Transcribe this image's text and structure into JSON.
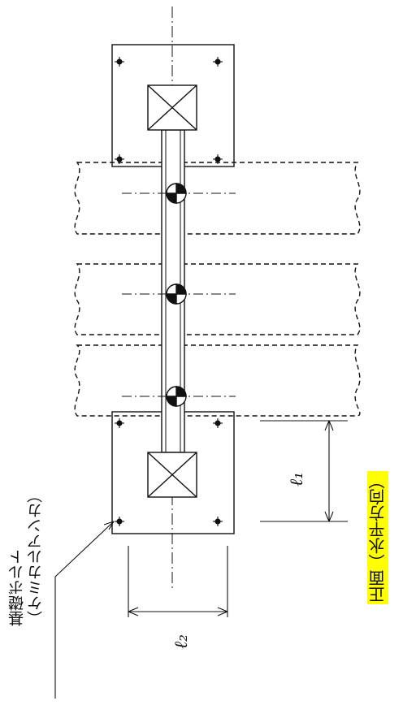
{
  "labels": {
    "bolt_line1": "基礎ボルト",
    "bolt_line2": "（ケミカルアンカ）",
    "view_title": "正面（水平方向）",
    "dim_l1": "ℓ₁",
    "dim_l2": "ℓ₂"
  },
  "colors": {
    "line": "#111111",
    "highlight": "#ffff00"
  }
}
